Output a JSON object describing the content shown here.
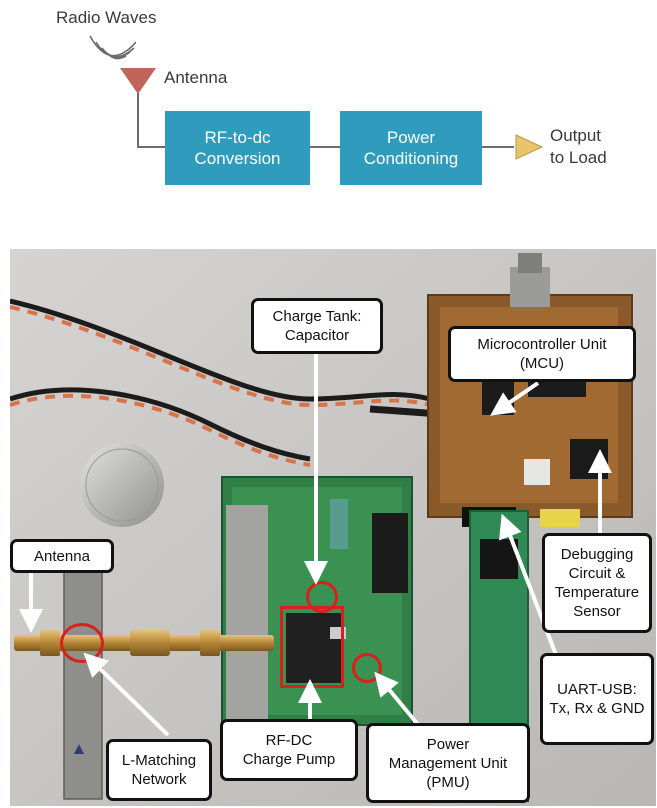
{
  "diagram": {
    "radio_waves": "Radio Waves",
    "antenna": "Antenna",
    "block1": "RF-to-dc\nConversion",
    "block2": "Power\nConditioning",
    "output": "Output\nto Load",
    "block_color": "#2f9bbd",
    "output_arrow_color": "#e8c46a",
    "antenna_color": "#c0655a"
  },
  "photo": {
    "labels": {
      "charge_tank": "Charge Tank:\nCapacitor",
      "mcu": "Microcontroller Unit\n(MCU)",
      "antenna": "Antenna",
      "debugging": "Debugging\nCircuit &\nTemperature\nSensor",
      "uart": "UART-USB:\nTx, Rx & GND",
      "l_matching": "L-Matching\nNetwork",
      "rf_dc": "RF-DC\nCharge Pump",
      "pmu": "Power\nManagement Unit\n(PMU)"
    },
    "highlight_color": "#d9201c"
  }
}
